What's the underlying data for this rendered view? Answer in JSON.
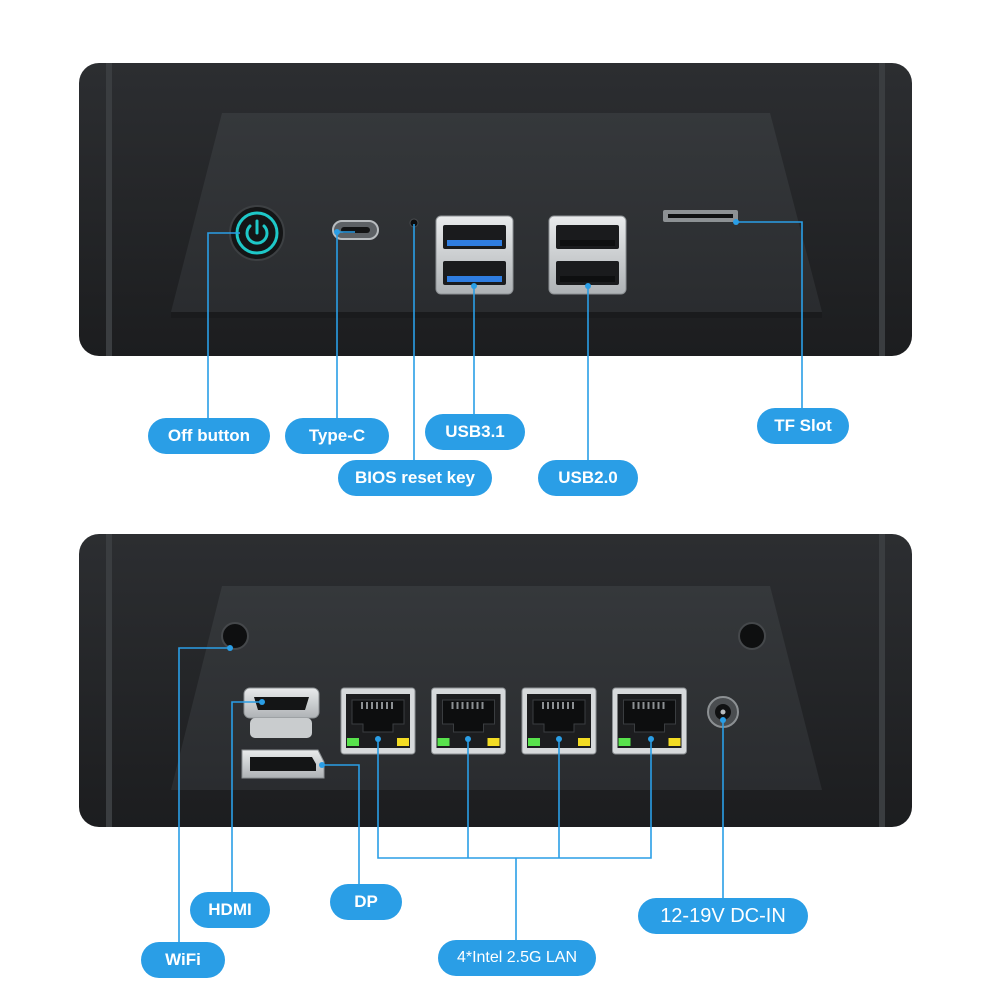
{
  "colors": {
    "accent": "#2a9ee6",
    "chassis": "#232527",
    "panel": "#2e3134",
    "power_ring": "#1ec8c8",
    "led_green": "#58e24c",
    "led_yellow": "#f3dc23",
    "usb3_blue": "#2f7de0"
  },
  "front_panel": {
    "labels": {
      "off_button": "Off button",
      "type_c": "Type-C",
      "bios_reset": "BIOS reset key",
      "usb31": "USB3.1",
      "usb20": "USB2.0",
      "tf_slot": "TF Slot"
    }
  },
  "back_panel": {
    "labels": {
      "wifi": "WiFi",
      "hdmi": "HDMI",
      "dp": "DP",
      "lan": "4*Intel 2.5G LAN",
      "dc_in": "12-19V DC-IN"
    },
    "lan_port_count": 4
  }
}
